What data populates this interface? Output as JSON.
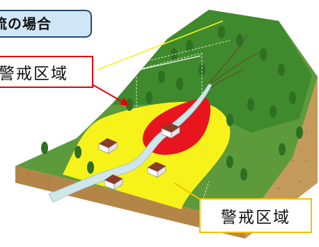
{
  "title": "流の場合",
  "callouts": {
    "red_zone_label": "警戒区域",
    "yellow_zone_label": "警戒区域"
  },
  "colors": {
    "title_fill": "#cfe6f6",
    "title_border": "#27466e",
    "red_zone": "#e8141e",
    "yellow_zone": "#f7f21a",
    "forest": "#3f8a2c",
    "soil": "#c9a56a",
    "river": "#cfe6ea",
    "red_callout_border": "#e60012",
    "yellow_callout_border": "#f3c100"
  }
}
